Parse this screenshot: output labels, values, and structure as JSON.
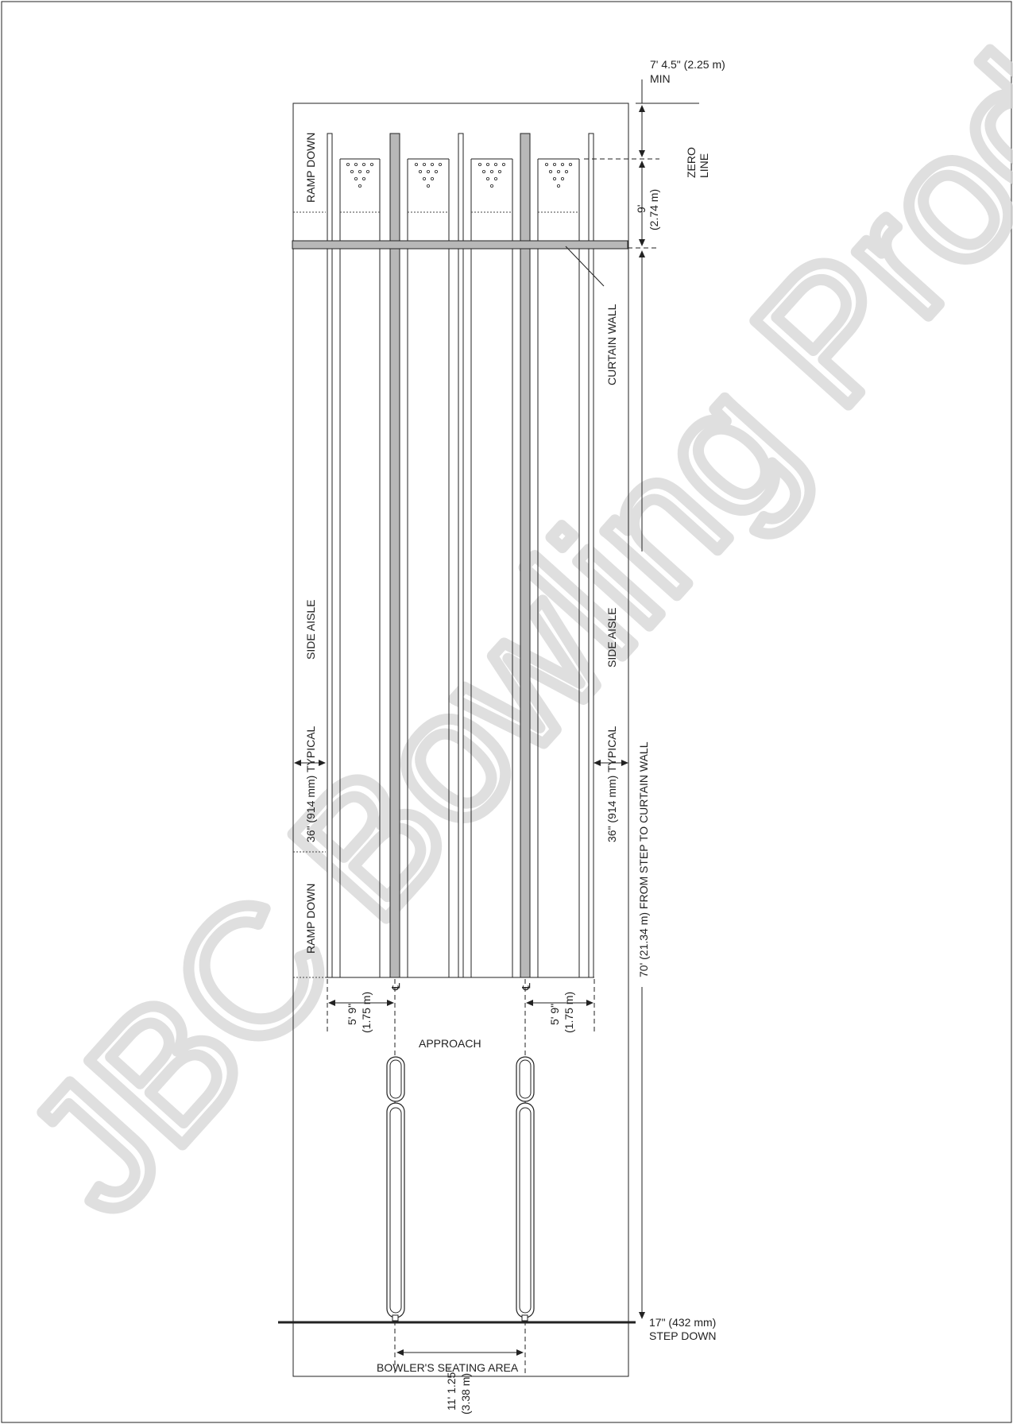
{
  "watermark": "JBC Bowling Products",
  "labels": {
    "ramp_down_top": "RAMP DOWN",
    "ramp_down_bottom": "RAMP DOWN",
    "side_aisle_left": "SIDE AISLE",
    "side_aisle_right": "SIDE AISLE",
    "aisle_width_left": "36\" (914 mm) TYPICAL",
    "aisle_width_right": "36\" (914 mm) TYPICAL",
    "curtain_wall": "CURTAIN WALL",
    "zero_line": "ZERO",
    "zero_line_2": "LINE",
    "top_clearance": "7' 4.5\" (2.25 m)",
    "top_clearance_min": "MIN",
    "pin_deck_imperial": "9'",
    "pin_deck_metric": "(2.74 m)",
    "lane_length": "70' (21.34 m) FROM STEP TO CURTAIN WALL",
    "step_down": "17\" (432 mm)",
    "step_down_2": "STEP DOWN",
    "left_offset_imperial": "5' 9\"",
    "left_offset_metric": "(1.75 m)",
    "right_offset_imperial": "5' 9\"",
    "right_offset_metric": "(1.75  m)",
    "approach": "APPROACH",
    "center_spacing_imperial": "11' 1.25\"",
    "center_spacing_metric": "(3.38 m)",
    "seating_area": "BOWLER'S SEATING AREA",
    "centerline_symbol": "℄"
  },
  "colors": {
    "line": "#222222",
    "rail_fill": "#b8b8b8",
    "watermark": "#d8d8d8"
  }
}
